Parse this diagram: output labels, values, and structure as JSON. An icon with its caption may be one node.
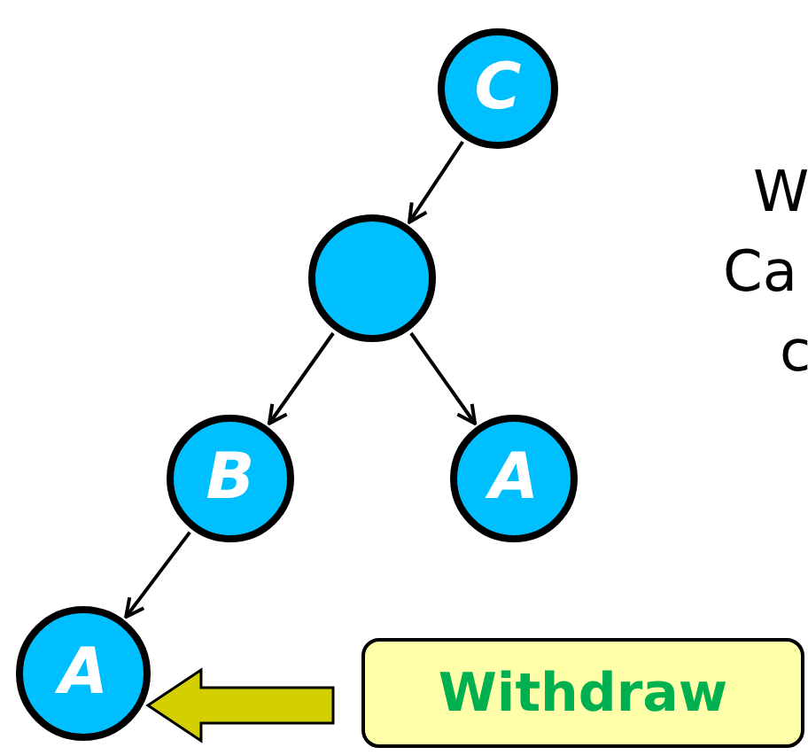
{
  "diagram": {
    "nodes": [
      {
        "text": [
          "C"
        ]
      },
      {
        "text": [],
        "shape": "circle"
      },
      {
        "text": [
          "B"
        ]
      },
      {
        "text": [
          "A"
        ]
      },
      {
        "text": [
          "A"
        ]
      },
      {
        "text": [
          "Withdraw"
        ]
      }
    ],
    "edges": [
      {
        "from": 0,
        "to": 1,
        "arrow": "to"
      },
      {
        "from": 1,
        "to": 2,
        "arrow": "to"
      },
      {
        "from": 1,
        "to": 3,
        "arrow": "to"
      },
      {
        "from": 2,
        "to": 4,
        "arrow": "to"
      },
      {
        "from": 5,
        "to": 4,
        "arrow": "to",
        "style": "thick",
        "color": "#d4d000"
      }
    ],
    "labels": [
      "W",
      "Ca",
      "c"
    ]
  }
}
